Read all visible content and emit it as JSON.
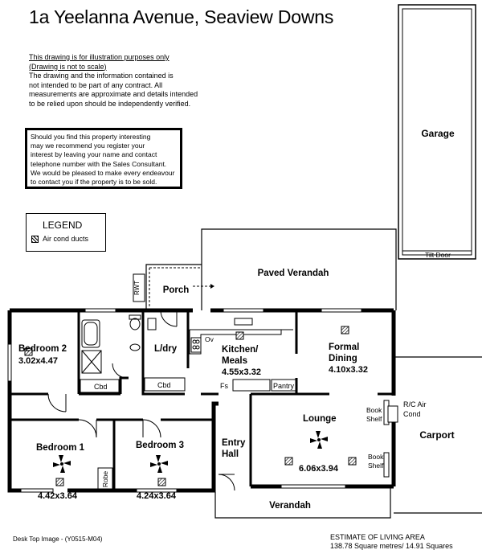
{
  "title": "1a Yeelanna Avenue, Seaview Downs",
  "disclaimer": {
    "line1": "This drawing is for illustration purposes only",
    "line2": "(Drawing is not to scale)",
    "line3": "The drawing and the information contained is",
    "line4": "not intended to be part of any contract.  All",
    "line5": "measurements are approximate and details intended",
    "line6": "to be relied upon should be independently verified."
  },
  "contact": {
    "line1": "Should you find this property interesting",
    "line2": "may we recommend you register your",
    "line3": "interest by leaving your name and contact",
    "line4": "telephone number with the Sales Consultant.",
    "line5": "We would be pleased to make every endeavour",
    "line6": "to contact you if the property is to be sold."
  },
  "legend": {
    "title": "LEGEND",
    "item": "Air cond ducts"
  },
  "plan": {
    "garage": "Garage",
    "tilt_door": "Tilt Door",
    "paved_verandah": "Paved Verandah",
    "porch": "Porch",
    "rwt": "RWT",
    "bedroom2": "Bedroom 2",
    "bedroom2_size": "3.02x4.47",
    "laundry": "L/dry",
    "kitchen": "Kitchen/",
    "kitchen2": "Meals",
    "kitchen_size": "4.55x3.32",
    "oven": "Ov",
    "formal": "Formal",
    "dining": "Dining",
    "formal_size": "4.10x3.32",
    "cbd1": "Cbd",
    "cbd2": "Cbd",
    "fs": "Fs",
    "pantry": "Pantry",
    "rc_air": "R/C Air",
    "cond": "Cond",
    "book": "Book",
    "shelf": "Shelf",
    "book2": "Book",
    "shelf2": "Shelf",
    "lounge": "Lounge",
    "lounge_size": "6.06x3.94",
    "carport": "Carport",
    "bedroom1": "Bedroom 1",
    "bedroom1_size": "4.42x3.64",
    "robe": "Robe",
    "bedroom3": "Bedroom 3",
    "bedroom3_size": "4.24x3.64",
    "entry": "Entry",
    "hall": "Hall",
    "verandah": "Verandah"
  },
  "footer": {
    "left": "Desk Top Image - (Y0515-M04)",
    "right1": "ESTIMATE OF LIVING AREA",
    "right2": "138.78 Square metres/  14.91 Squares"
  }
}
